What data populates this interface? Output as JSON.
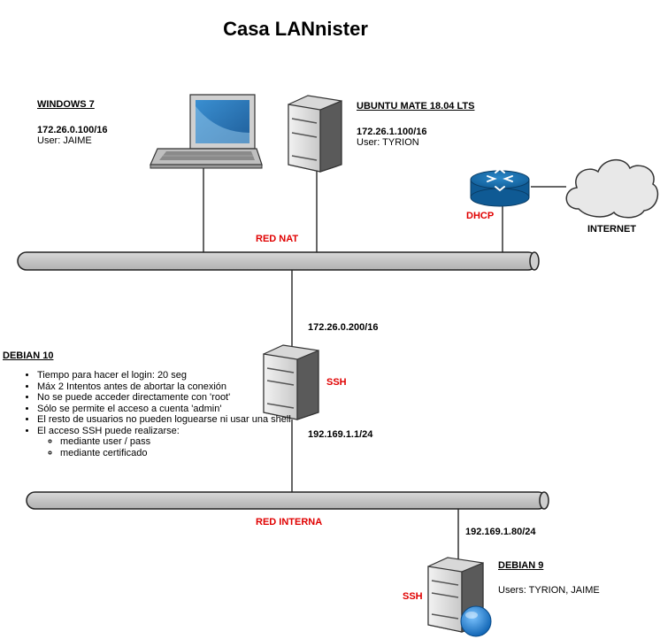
{
  "title": "Casa LANnister",
  "networks": {
    "nat": "RED NAT",
    "internal": "RED INTERNA"
  },
  "windows7": {
    "name": "WINDOWS 7",
    "ip": "172.26.0.100/16",
    "user": "User: JAIME"
  },
  "ubuntu": {
    "name": "UBUNTU MATE 18.04 LTS",
    "ip": "172.26.1.100/16",
    "user": "User: TYRION"
  },
  "router": {
    "label": "DHCP"
  },
  "internet": {
    "label": "INTERNET"
  },
  "debian10": {
    "name": "DEBIAN 10",
    "ip_nat": "172.26.0.200/16",
    "ip_internal": "192.169.1.1/24",
    "service": "SSH",
    "notes": [
      "Tiempo para hacer el login: 20 seg",
      "Máx 2 Intentos antes de abortar la conexión",
      "No se puede acceder directamente con 'root'",
      "Sólo se permite el acceso a cuenta 'admin'",
      "El resto de usuarios no pueden loguearse ni usar una shell",
      "El acceso SSH puede realizarse:"
    ],
    "subnotes": [
      "mediante user / pass",
      "mediante certificado"
    ]
  },
  "debian9": {
    "name": "DEBIAN 9",
    "ip": "192.169.1.80/24",
    "users": "Users: TYRION, JAIME",
    "service": "SSH"
  }
}
